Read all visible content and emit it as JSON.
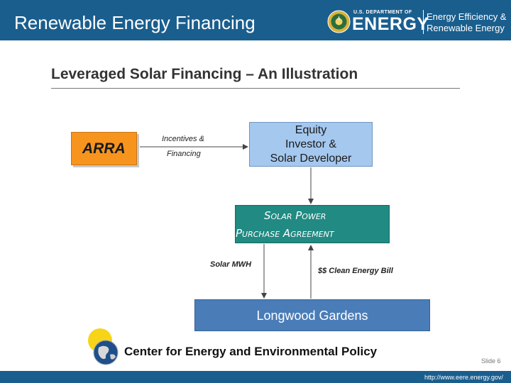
{
  "header": {
    "title": "Renewable Energy Financing",
    "doe_small": "U.S. DEPARTMENT OF",
    "doe_big": "ENERGY",
    "eere_line1": "Energy Efficiency &",
    "eere_line2": "Renewable Energy",
    "band_color": "#1a5e8e"
  },
  "slide": {
    "heading": "Leveraged Solar Financing – An Illustration"
  },
  "diagram": {
    "arra": "ARRA",
    "equity_lines": [
      "Equity",
      "Investor &",
      "Solar Developer"
    ],
    "ppa_line1": "Solar Power",
    "ppa_line2": "Purchase Agreement",
    "longwood": "Longwood Gardens",
    "label_incentives": "Incentives &",
    "label_financing": "Financing",
    "label_solar_mwh": "Solar MWH",
    "label_clean_energy": "$$ Clean Energy Bill",
    "colors": {
      "arra": "#f7941d",
      "equity": "#a5c8ef",
      "ppa": "#218a82",
      "longwood": "#4a7db8"
    }
  },
  "footer": {
    "center_text": "Center for Energy and Environmental Policy",
    "slide_number": "Slide 6",
    "url": "http://www.eere.energy.gov/"
  }
}
